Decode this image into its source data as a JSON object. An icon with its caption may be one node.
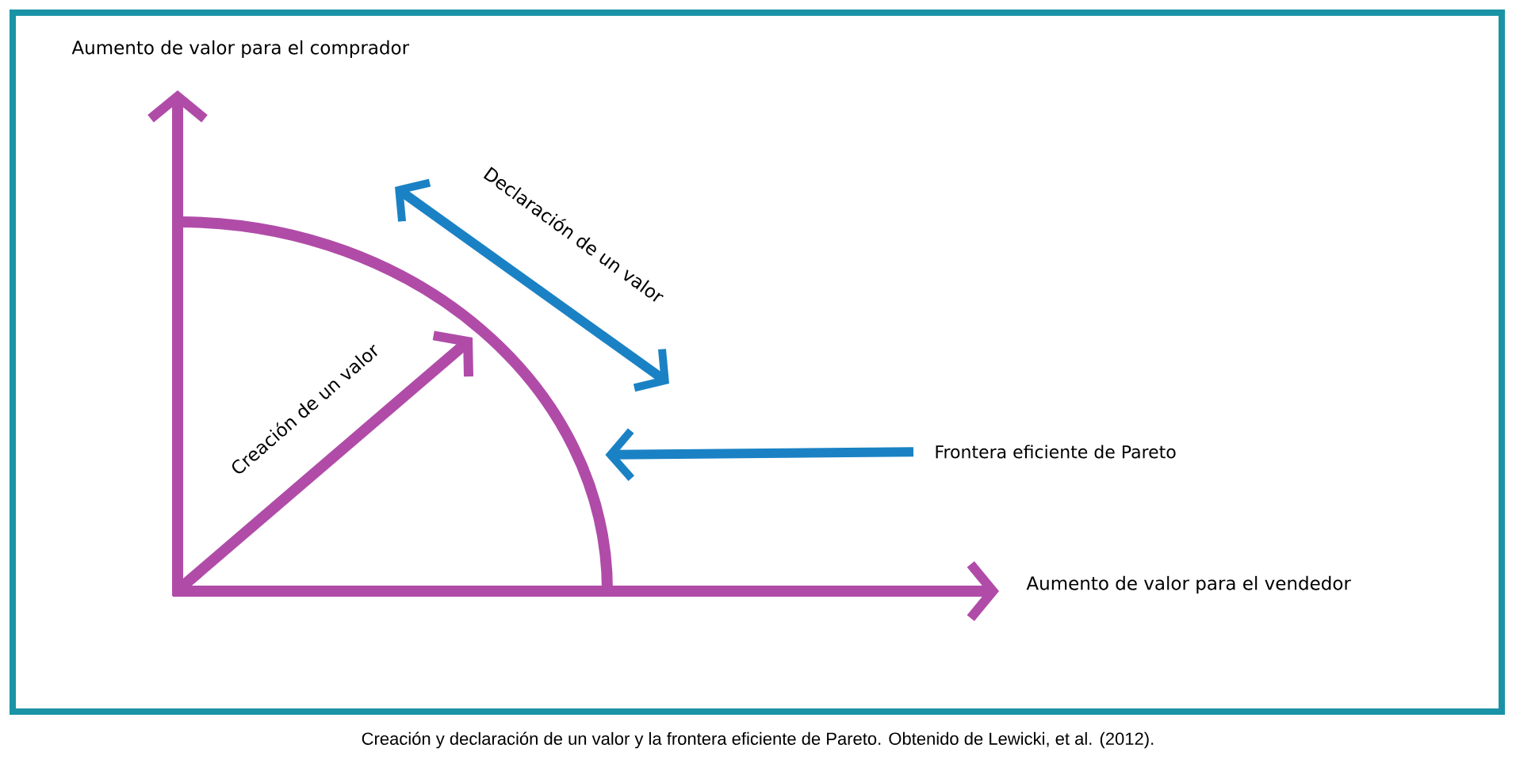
{
  "diagram": {
    "caption": "Creación y declaración de un valor y la frontera eficiente de Pareto. Obtenido de Lewicki, et al. (2012).",
    "nodes": [
      {
        "text": [
          "Frontera eficiente de Pareto"
        ]
      },
      {
        "text": [],
        "shape": "curve"
      }
    ],
    "edges": [
      {
        "from": 0,
        "to": 1,
        "arrow": "to"
      }
    ],
    "labels": [
      "Aumento de valor para el comprador",
      "Declaración de un valor",
      "Creación de un valor",
      "Aumento de valor para el vendedor"
    ]
  }
}
